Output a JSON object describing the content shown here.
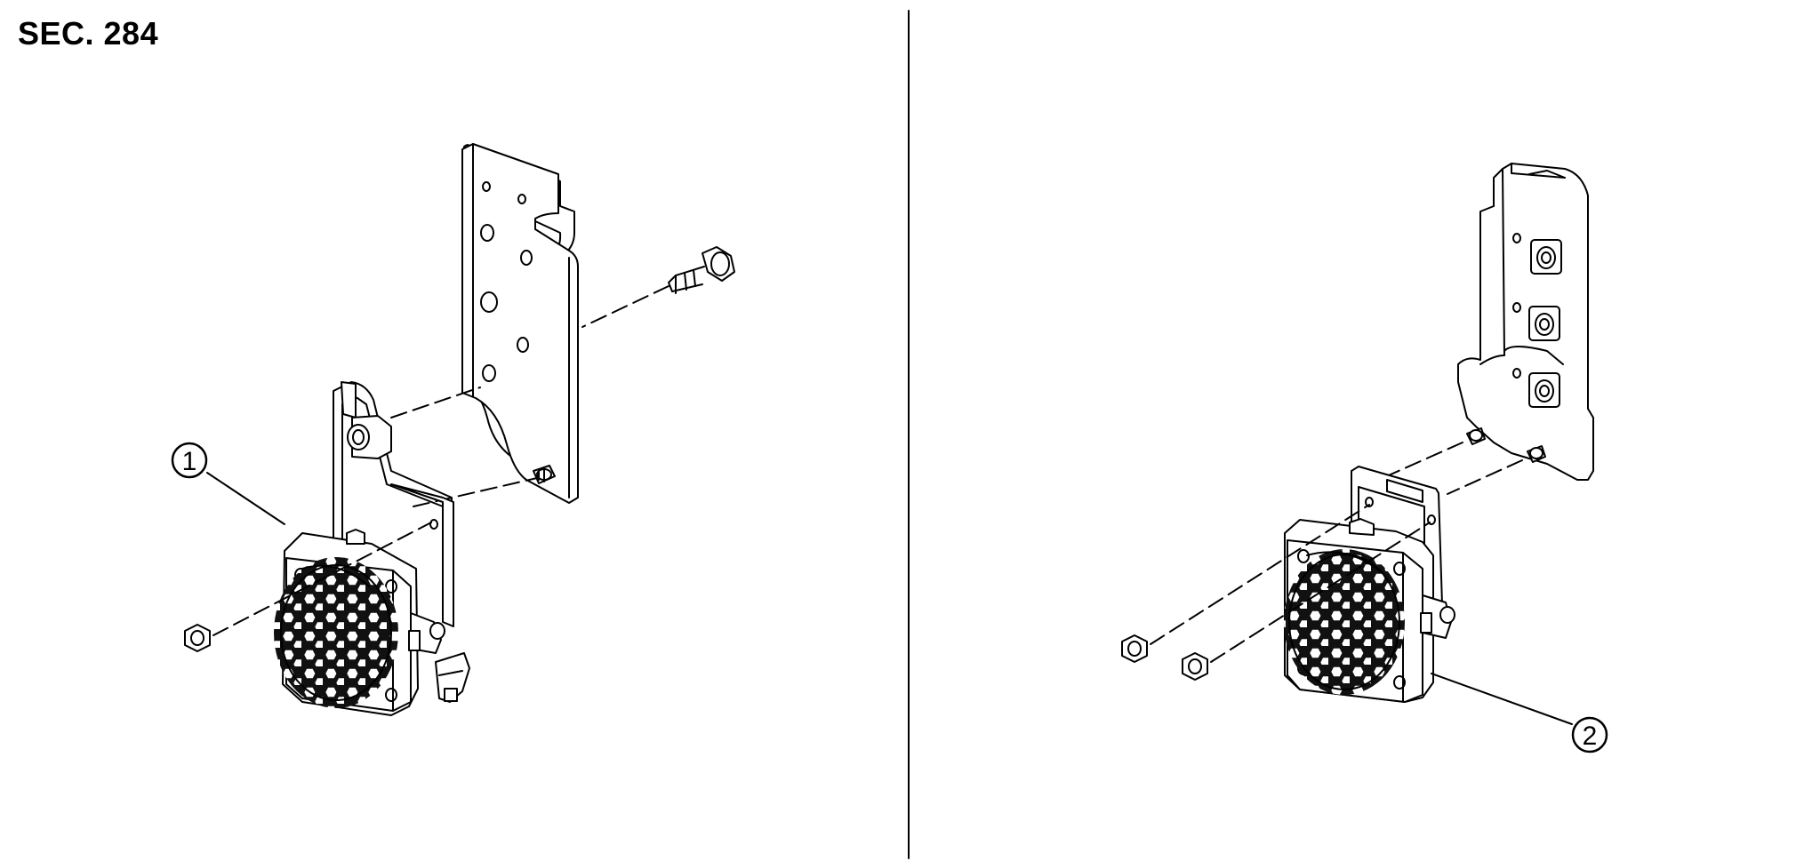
{
  "header": {
    "section_label": "SEC. 284"
  },
  "callouts": [
    {
      "id": "1",
      "label": "1"
    },
    {
      "id": "2",
      "label": "2"
    }
  ]
}
